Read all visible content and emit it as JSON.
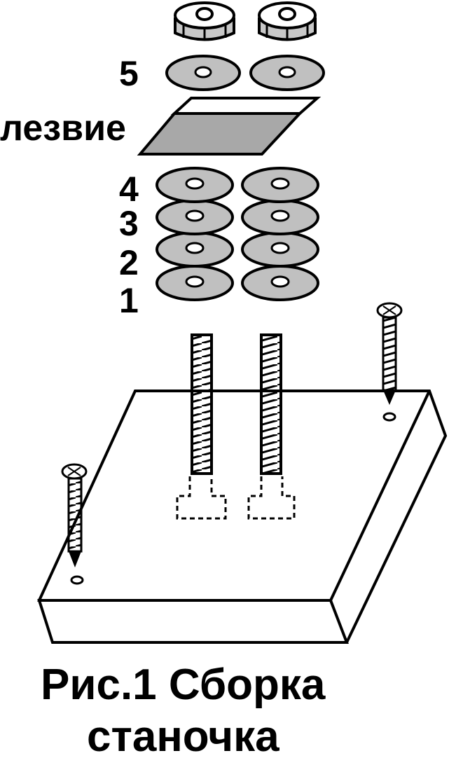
{
  "labels": {
    "washer_5": "5",
    "blade": "лезвие",
    "washer_4": "4",
    "washer_3": "3",
    "washer_2": "2",
    "washer_1": "1"
  },
  "caption": {
    "line1": "Рис.1 Сборка",
    "line2": "станочка"
  },
  "colors": {
    "washer_fill": "#c0c0c0",
    "blade_fill": "#a8a8a8",
    "stroke": "#000000",
    "background": "#ffffff"
  }
}
